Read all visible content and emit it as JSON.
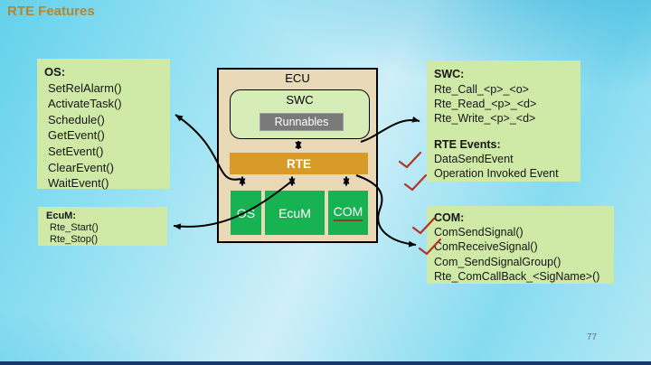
{
  "slide": {
    "title": "RTE Features",
    "page_number": "77"
  },
  "diagram": {
    "ecu_label": "ECU",
    "swc_label": "SWC",
    "runnables_label": "Runnables",
    "rte_label": "RTE",
    "modules": [
      {
        "label": "OS"
      },
      {
        "label": "EcuM"
      },
      {
        "label": "COM"
      }
    ]
  },
  "notes": {
    "os": {
      "title": "OS:",
      "lines": [
        "SetRelAlarm()",
        "ActivateTask()",
        "Schedule()",
        "GetEvent()",
        "SetEvent()",
        "ClearEvent()",
        "WaitEvent()"
      ]
    },
    "ecum": {
      "title": "EcuM:",
      "lines": [
        "Rte_Start()",
        "Rte_Stop()"
      ]
    },
    "swc": {
      "title": "SWC:",
      "lines": [
        "Rte_Call_<p>_<o>",
        "Rte_Read_<p>_<d>",
        "Rte_Write_<p>_<d>"
      ],
      "events_title": "RTE Events:",
      "events": [
        "DataSendEvent",
        "Operation Invoked Event"
      ]
    },
    "com": {
      "title": "COM:",
      "lines": [
        "ComSendSignal()",
        "ComReceiveSignal()",
        "Com_SendSignalGroup()",
        "Rte_ComCallBack_<SigName>()"
      ]
    }
  },
  "colors": {
    "title_text": "#b8862b",
    "note_background": "#cfe9a6",
    "ecu_background": "#ead9b6",
    "swc_background": "#d6edb8",
    "rte_bar": "#d89a28",
    "module_green": "#17b352",
    "runnables_gray": "#7a7a7a",
    "checkmark_red": "#b23327",
    "com_underline": "#8d3f1f",
    "bottom_bar": "#16386b"
  }
}
